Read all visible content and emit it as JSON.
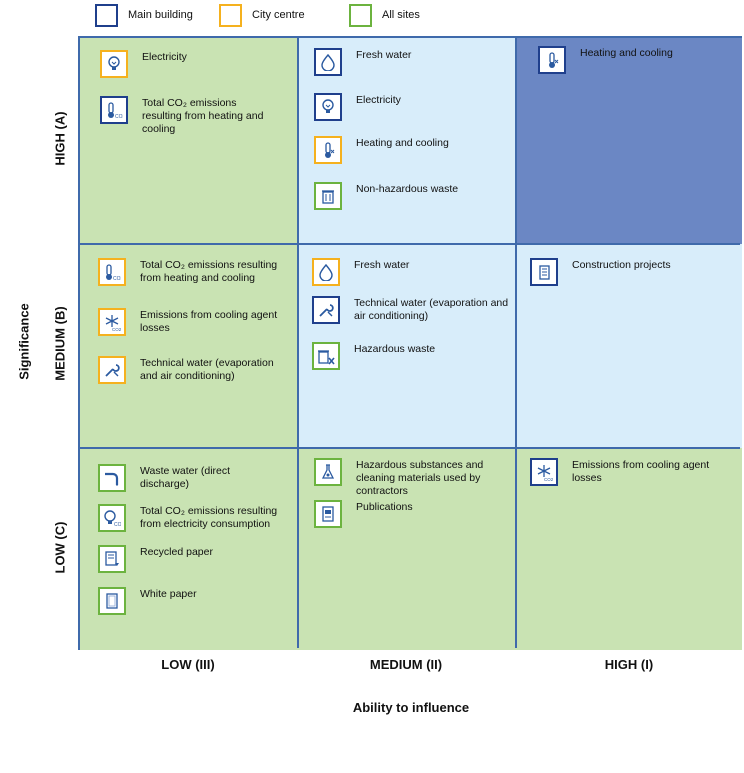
{
  "legend": {
    "main": "Main building",
    "city": "City centre",
    "all": "All sites"
  },
  "colors": {
    "main": "#1f3f8c",
    "city": "#f5b11e",
    "all": "#6cb33f"
  },
  "axes": {
    "y_title": "Significance",
    "x_title": "Ability to influence",
    "rows": [
      "HIGH (A)",
      "MEDIUM (B)",
      "LOW (C)"
    ],
    "cols": [
      "LOW (III)",
      "MEDIUM (II)",
      "HIGH (I)"
    ]
  },
  "cells": {
    "high_low": [
      {
        "text": "Electricity",
        "icon": "lightbulb-icon",
        "site": "city"
      },
      {
        "text": "Total CO₂ emissions resulting from heating and cooling",
        "icon": "thermometer-co2-icon",
        "site": "main"
      }
    ],
    "high_medium": [
      {
        "text": "Fresh water",
        "icon": "water-drop-icon",
        "site": "main"
      },
      {
        "text": "Electricity",
        "icon": "lightbulb-icon",
        "site": "main"
      },
      {
        "text": "Heating and cooling",
        "icon": "thermometer-icon",
        "site": "city"
      },
      {
        "text": "Non-hazardous waste",
        "icon": "waste-bin-icon",
        "site": "all"
      }
    ],
    "high_high": [
      {
        "text": "Heating and cooling",
        "icon": "thermometer-icon",
        "site": "main"
      }
    ],
    "medium_low": [
      {
        "text": "Total CO₂ emissions resulting from heating and cooling",
        "icon": "thermometer-co2-icon",
        "site": "city"
      },
      {
        "text": "Emissions from cooling agent losses",
        "icon": "snowflake-co2-icon",
        "site": "city"
      },
      {
        "text": "Technical water (evaporation and air conditioning)",
        "icon": "wrench-icon",
        "site": "city"
      }
    ],
    "medium_medium": [
      {
        "text": "Fresh water",
        "icon": "water-drop-icon",
        "site": "city"
      },
      {
        "text": "Technical water (evaporation and air conditioning)",
        "icon": "wrench-icon",
        "site": "main"
      },
      {
        "text": "Hazardous waste",
        "icon": "hazardous-bin-icon",
        "site": "all"
      }
    ],
    "medium_high": [
      {
        "text": "Construction projects",
        "icon": "construction-icon",
        "site": "main"
      }
    ],
    "low_low": [
      {
        "text": "Waste water (direct discharge)",
        "icon": "pipe-icon",
        "site": "all"
      },
      {
        "text": "Total CO₂ emissions resulting from electricity consumption",
        "icon": "lightbulb-co2-icon",
        "site": "all"
      },
      {
        "text": "Recycled paper",
        "icon": "recycled-paper-icon",
        "site": "all"
      },
      {
        "text": "White paper",
        "icon": "paper-icon",
        "site": "all"
      }
    ],
    "low_medium": [
      {
        "text": "Hazardous substances and cleaning materials used by contractors",
        "icon": "flask-icon",
        "site": "all"
      },
      {
        "text": "Publications",
        "icon": "publication-icon",
        "site": "all"
      }
    ],
    "low_high": [
      {
        "text": "Emissions from cooling agent losses",
        "icon": "snowflake-co2-icon",
        "site": "main"
      }
    ]
  }
}
